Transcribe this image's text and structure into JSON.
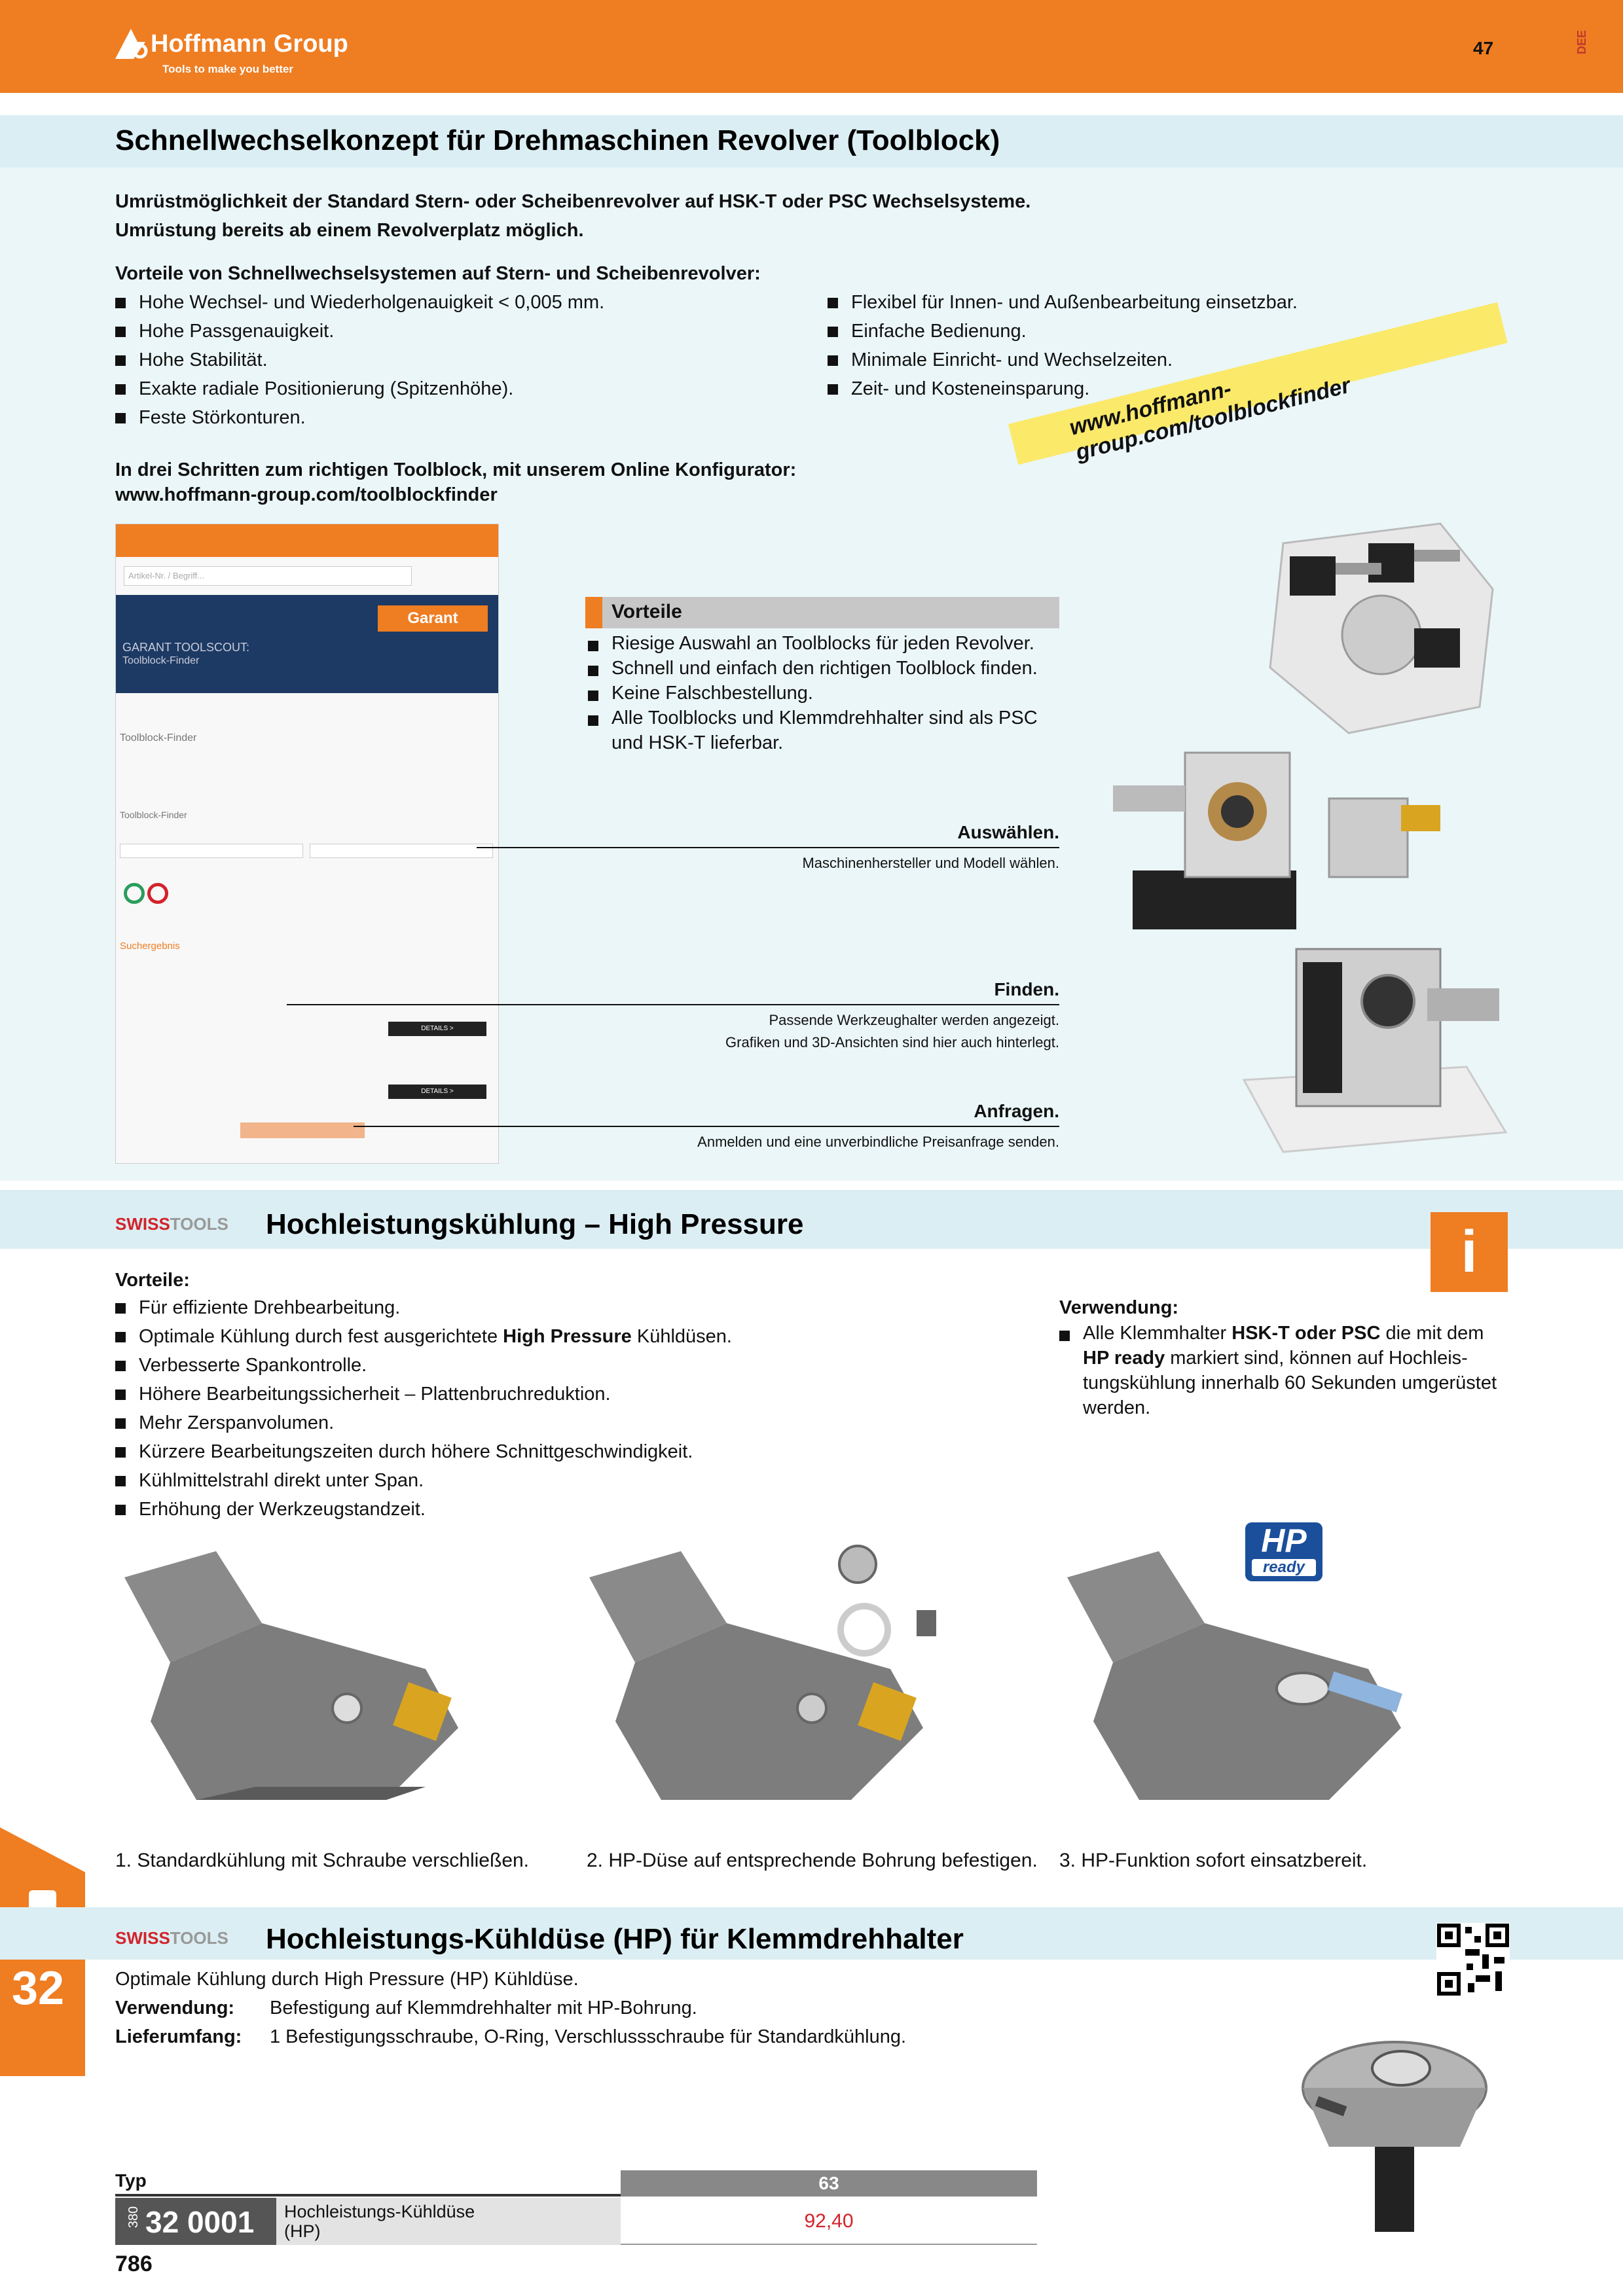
{
  "header": {
    "brand": "Hoffmann Group",
    "tagline": "Tools to make you better",
    "page_number": "47",
    "lang": "DEE"
  },
  "section1": {
    "title": "Schnellwechselkonzept für Drehmaschinen Revolver (Toolblock)",
    "intro": [
      "Umrüstmöglichkeit der Standard Stern- oder Scheibenrevolver auf HSK-T oder PSC Wechselsysteme.",
      "Umrüstung bereits ab einem Revolverplatz möglich."
    ],
    "adv_heading": "Vorteile von Schnellwechselsystemen auf Stern- und Scheibenrevolver:",
    "adv_left": [
      "Hohe Wechsel- und Wiederholgenauigkeit < 0,005 mm.",
      "Hohe Passgenauigkeit.",
      "Hohe Stabilität.",
      "Exakte radiale Positionierung (Spitzenhöhe).",
      "Feste Störkonturen."
    ],
    "adv_right": [
      "Flexibel für Innen- und Außenbearbeitung einsetzbar.",
      "Einfache Bedienung.",
      "Minimale Einricht- und Wechselzeiten.",
      "Zeit- und Kosteneinsparung."
    ],
    "steps_heading": "In drei Schritten zum richtigen Toolblock, mit unserem Online Konfigurator:",
    "steps_url": "www.hoffmann-group.com/toolblockfinder",
    "banner_url": "www.hoffmann-group.com/toolblockfinder",
    "vorteile_title": "Vorteile",
    "vorteile": [
      "Riesige Auswahl an Toolblocks für jeden Revolver.",
      "Schnell und einfach den richtigen Toolblock finden.",
      "Keine  Falschbestellung.",
      "Alle Toolblocks und Klemmdrehhalter sind als PSC und HSK-T lieferbar."
    ],
    "step1_label": "Auswählen.",
    "step1_text": "Maschinenhersteller und Modell wählen.",
    "step2_label": "Finden.",
    "step2_text1": "Passende Werkzeughalter werden angezeigt.",
    "step2_text2": "Grafiken und 3D-Ansichten sind hier auch hinterlegt.",
    "step3_label": "Anfragen.",
    "step3_text": "Anmelden und eine unverbindliche Preisanfrage senden.",
    "screen": {
      "search": "Artikel-Nr. / Begriff...",
      "garant": "Garant",
      "scout1": "GARANT TOOLSCOUT:",
      "scout2": "Toolblock-Finder",
      "finder1": "Toolblock-Finder",
      "finder2": "Toolblock-Finder",
      "results": "Suchergebnis",
      "order_btn": "DETAILS >"
    }
  },
  "section2": {
    "brand_red": "SWISS",
    "brand_gray": "TOOLS",
    "title": "Hochleistungskühlung – High Pressure",
    "vorteile_heading": "Vorteile:",
    "vorteile": [
      "Für effiziente Drehbearbeitung.",
      "Optimale Kühlung durch fest ausgerichtete ",
      "Verbesserte Spankontrolle.",
      "Höhere Bearbeitungssicherheit – Plattenbruchreduktion.",
      "Mehr Zerspanvolumen.",
      "Kürzere Bearbeitungszeiten durch höhere Schnittgeschwindigkeit.",
      "Kühlmittelstrahl direkt unter Span.",
      "Erhöhung der Werkzeugstandzeit."
    ],
    "v2_bold": "High Pressure",
    "v2_tail": " Kühldüsen.",
    "verwendung_heading": "Verwendung:",
    "verwendung_pre": "Alle Klemmhalter ",
    "verwendung_bold1": "HSK-T oder PSC",
    "verwendung_mid": " die mit dem ",
    "verwendung_bold2": "HP ready",
    "verwendung_tail": " markiert sind, können auf Hochleis­tungskühlung innerhalb 60 Sekunden umgerüstet werden.",
    "info": "i",
    "hp1": "HP",
    "hp2": "ready",
    "captions": [
      "1. Standardkühlung mit Schraube verschließen.",
      "2. HP-Düse auf entsprechende Bohrung befestigen.",
      "3. HP-Funktion sofort einsatzbereit."
    ]
  },
  "side_tab": "32",
  "section3": {
    "brand_red": "SWISS",
    "brand_gray": "TOOLS",
    "title": "Hochleistungs-Kühldüse (HP) für Klemmdrehhalter",
    "line1": "Optimale Kühlung durch High Pressure (HP) Kühldüse.",
    "verwendung_label": "Verwendung:",
    "verwendung_text": "Befestigung auf Klemmdrehhalter mit HP-Bohrung.",
    "liefer_label": "Lieferumfang:",
    "liefer_text": "1 Befestigungsschraube, O-Ring, Verschlussschraube für Standardkühlung."
  },
  "table": {
    "typ": "Typ",
    "column": "63",
    "prefix": "380",
    "artno": "32 0001",
    "desc1": "Hochleistungs-Kühldüse",
    "desc2": "(HP)",
    "price": "92,40"
  },
  "footer": {
    "page": "786"
  }
}
